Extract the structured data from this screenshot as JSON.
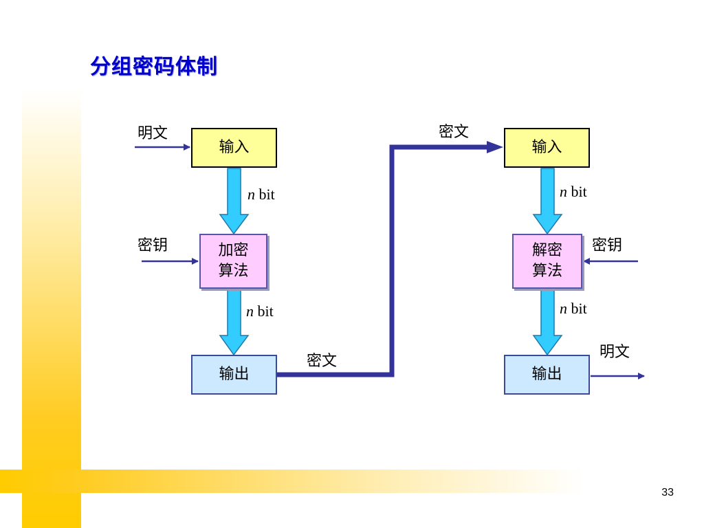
{
  "slide": {
    "title": "分组密码体制",
    "page_number": "33"
  },
  "encrypt": {
    "input_box": "输入",
    "algorithm_line1": "加密",
    "algorithm_line2": "算法",
    "output_box": "输出",
    "plaintext_label": "明文",
    "key_label": "密钥",
    "bit_n": "n",
    "bit_unit": "bit"
  },
  "decrypt": {
    "input_box": "输入",
    "algorithm_line1": "解密",
    "algorithm_line2": "算法",
    "output_box": "输出",
    "plaintext_label": "明文",
    "key_label": "密钥",
    "bit_n": "n",
    "bit_unit": "bit"
  },
  "channel": {
    "ciphertext_out_label": "密文",
    "ciphertext_in_label": "密文"
  },
  "colors": {
    "title": "#0000cc",
    "input_fill": "#ffff99",
    "algorithm_fill": "#ffccff",
    "output_fill": "#cce9ff",
    "flow_arrow": "#33ccff",
    "channel_line": "#333399",
    "accent_bar": "#ffcc00"
  }
}
